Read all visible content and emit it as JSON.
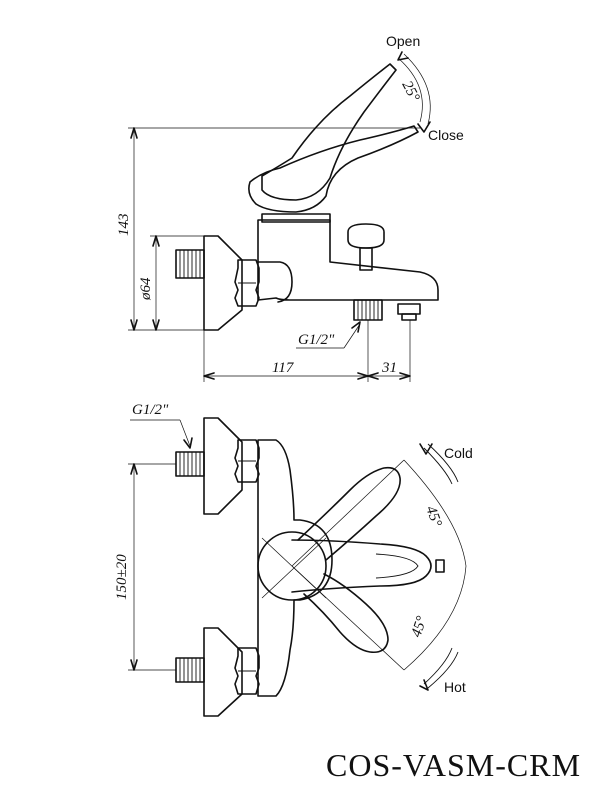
{
  "labels": {
    "open": "Open",
    "close": "Close",
    "cold": "Cold",
    "hot": "Hot",
    "angle_top": "25°",
    "angle_cold": "45°",
    "angle_hot": "45°"
  },
  "dimensions": {
    "height": "143",
    "diameter": "ø64",
    "thread_side": "G1/2\"",
    "thread_top": "G1/2\"",
    "length": "117",
    "spout_offset": "31",
    "centers": "150±20"
  },
  "model_code": "COS-VASM-CRM"
}
